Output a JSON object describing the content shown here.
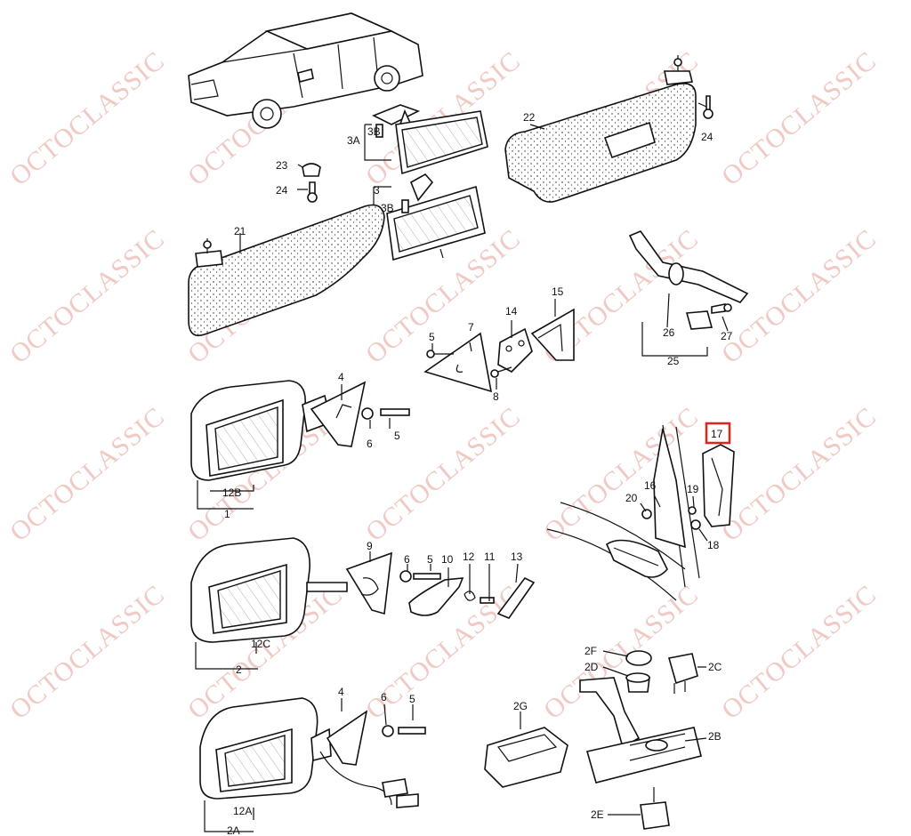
{
  "watermark_text": "OCTOCLASSIC",
  "highlight_color": "#e0231c",
  "watermark_color": "#f0c9c4",
  "labels": {
    "l1": "1",
    "l2": "2",
    "l2A": "2A",
    "l2B": "2B",
    "l2C": "2C",
    "l2D": "2D",
    "l2E": "2E",
    "l2F": "2F",
    "l2G": "2G",
    "l3": "3",
    "l3A": "3A",
    "l3B_a": "3B",
    "l3B_b": "3B",
    "l4_a": "4",
    "l4_b": "4",
    "l5_a": "5",
    "l5_b": "5",
    "l5_c": "5",
    "l5_d": "5",
    "l6_a": "6",
    "l6_b": "6",
    "l6_c": "6",
    "l7": "7",
    "l8": "8",
    "l9": "9",
    "l10": "10",
    "l11": "11",
    "l12": "12",
    "l12A": "12A",
    "l12B": "12B",
    "l12C": "12C",
    "l13": "13",
    "l14": "14",
    "l15": "15",
    "l16": "16",
    "l17": "17",
    "l18": "18",
    "l19": "19",
    "l20": "20",
    "l21": "21",
    "l22": "22",
    "l23": "23",
    "l24_a": "24",
    "l24_b": "24",
    "l25": "25",
    "l26": "26",
    "l27": "27"
  }
}
